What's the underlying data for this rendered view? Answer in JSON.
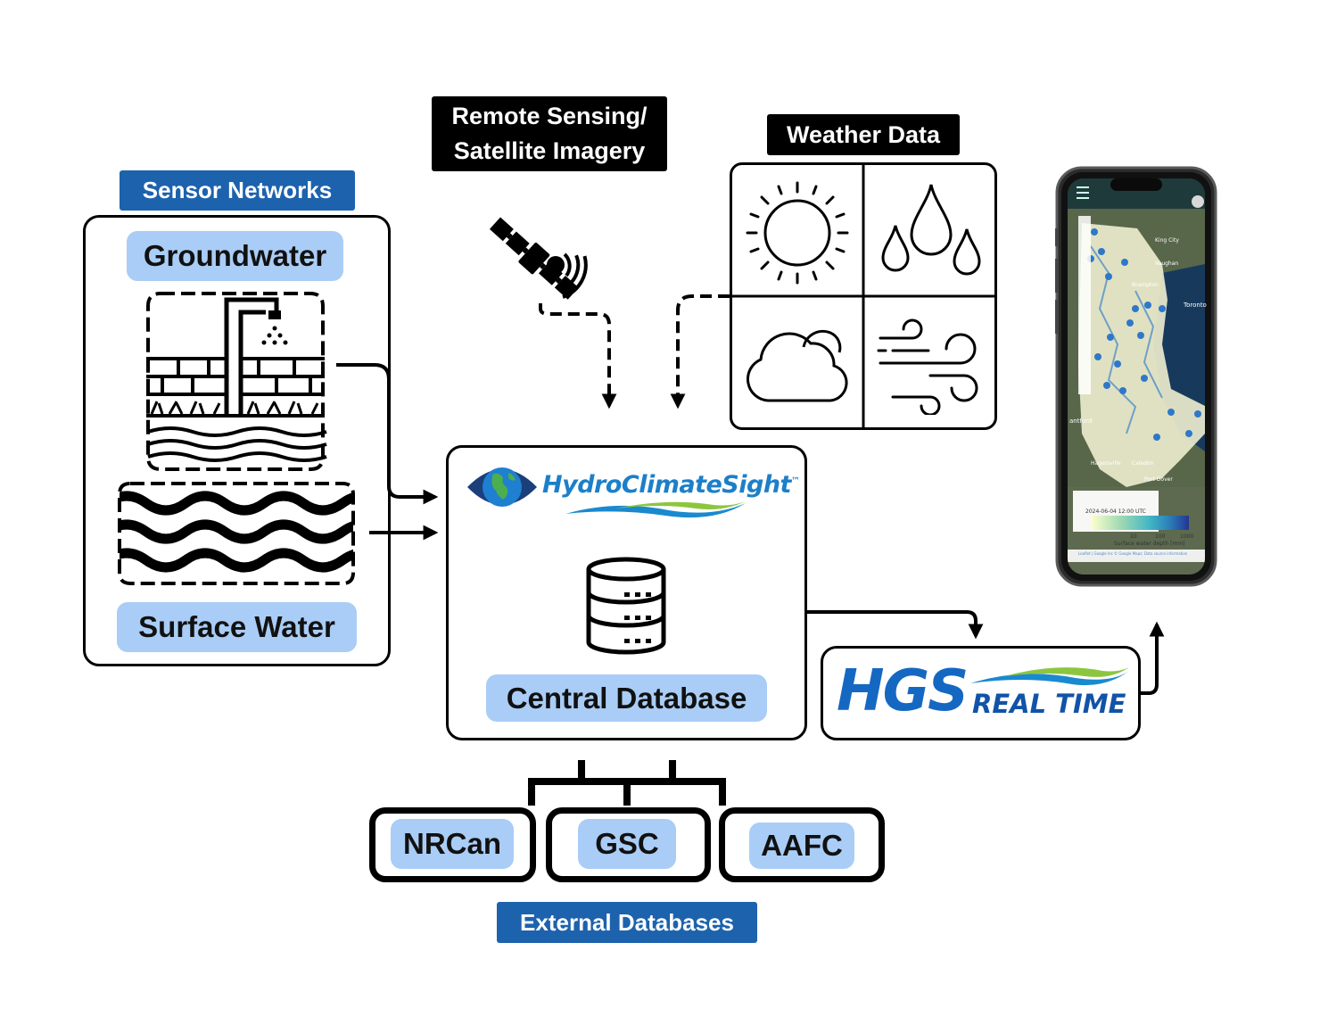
{
  "labels": {
    "remote_sensing_line1": "Remote Sensing/",
    "remote_sensing_line2": "Satellite Imagery",
    "weather_data": "Weather Data",
    "sensor_networks": "Sensor Networks",
    "groundwater": "Groundwater",
    "surface_water": "Surface Water",
    "central_database": "Central Database",
    "external_databases": "External Databases"
  },
  "logos": {
    "hydroclimatesight": "HydroClimateSight",
    "hydroclimatesight_tm": "™",
    "hgs": "HGS",
    "real_time": "REAL TIME"
  },
  "external": [
    "NRCan",
    "GSC",
    "AAFC"
  ],
  "phone_map": {
    "timestamp": "2024-06-04 12:00 UTC",
    "scale_ticks": [
      "10",
      "100",
      "1000"
    ],
    "scale_label": "Surface water depth [mm]",
    "attribution": "Leaflet | Google Inc © Google Maps; Data source information",
    "place_toronto": "Toronto",
    "place_vaughan": "Vaughan",
    "place_brampton": "Brampton",
    "place_king_city": "King City",
    "place_brantford": "antford",
    "place_hagersville": "Hagersville",
    "place_caledon": "Caledon",
    "place_port_dover": "Port Dover"
  },
  "colors": {
    "label_blue": "#1d62ad",
    "label_light": "#a9cdf6",
    "logo_blue": "#1c7fc9",
    "logo_green": "#8cc63f"
  }
}
